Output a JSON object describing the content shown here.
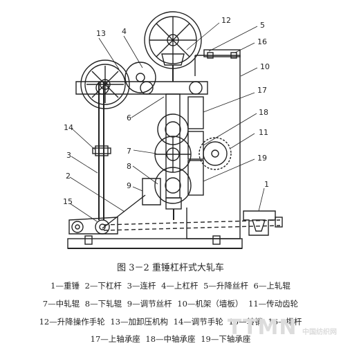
{
  "figure": {
    "caption": "图 3－2   重锤杠杆式大轧车",
    "callouts": [
      "1",
      "2",
      "3",
      "4",
      "5",
      "6",
      "7",
      "8",
      "9",
      "10",
      "11",
      "12",
      "13",
      "14",
      "15",
      "16",
      "17",
      "18",
      "19"
    ]
  },
  "legend_lines": [
    [
      "1—重锤",
      "2—下杠杆",
      "3—连杆",
      "4—上杠杆",
      "5—升降丝杆",
      "6—上轧辊"
    ],
    [
      "7—中轧辊",
      "8—下轧辊",
      "9—调节丝杆",
      "10—机架（墙板）",
      "11—传动齿轮"
    ],
    [
      "12—升降操作手轮",
      "13—加卸压机构",
      "14—调节手轮",
      "15—转销",
      "16—撑杆"
    ],
    [
      "17—上轴承座",
      "18—中轴承座",
      "19—下轴承座"
    ]
  ],
  "watermark": {
    "brand": "TTMN",
    "site": "中国纺织网"
  }
}
